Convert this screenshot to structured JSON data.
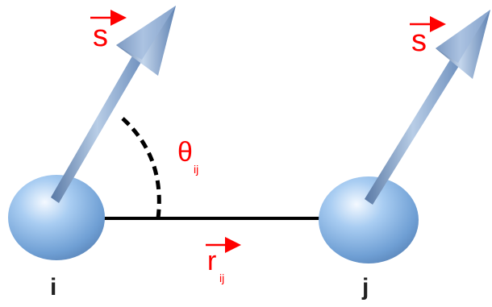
{
  "spin_i": {
    "vector_label": "s",
    "site_label": "i"
  },
  "spin_j": {
    "vector_label": "s",
    "site_label": "j"
  },
  "angle": {
    "symbol": "θ",
    "subscript": "ij"
  },
  "separation": {
    "symbol": "r",
    "subscript": "ij"
  },
  "colors": {
    "label_red": "#ff0000",
    "sphere": "#8fb8e8",
    "arrow": "#7a9cc8",
    "bond": "#000000"
  }
}
